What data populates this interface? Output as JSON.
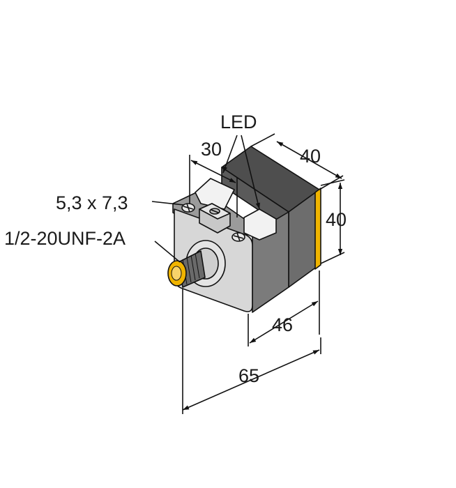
{
  "labels": {
    "led": "LED",
    "width_30": "30",
    "depth_40": "40",
    "height_40": "40",
    "slot": "5,3 x 7,3",
    "thread": "1/2-20UNF-2A",
    "length_46": "46",
    "length_65": "65"
  },
  "colors": {
    "body_front": "#d7d7d7",
    "body_side": "#7b7b7b",
    "body_top": "#9b9b9b",
    "cap_top": "#4e4e4e",
    "cap_side": "#6d6d6d",
    "cap_front": "#5a5a5a",
    "sensing_face": "#f0b400",
    "connector": "#f0b400",
    "outline": "#111111"
  }
}
